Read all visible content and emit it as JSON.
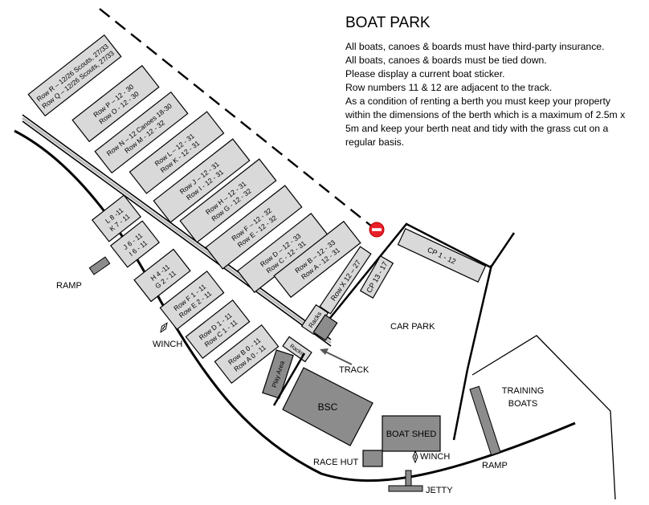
{
  "title": "BOAT PARK",
  "rules": [
    "All boats, canoes & boards must have third-party insurance.",
    "All boats, canoes & boards must be tied down.",
    "Please display a current boat sticker.",
    "Row numbers 11 & 12 are adjacent to the track.",
    "As a condition of renting a berth you must keep your property within the dimensions of the berth which is a maximum of 2.5m x 5m and keep your berth neat and tidy with the grass cut on a regular basis."
  ],
  "berths_upper": [
    {
      "line1": "Row R – 12/26 Scouts, 27/33",
      "line2": "Row Q – 12/26 Scouts, 27/33"
    },
    {
      "line1": "Row P – 12 - 30",
      "line2": "Row O - 12 - 30"
    },
    {
      "line1": "Row N – 12 Canoes 18-30",
      "line2": "Row M - 12 - 32"
    },
    {
      "line1": "Row L – 12 - 31",
      "line2": "Row K - 12 - 31"
    },
    {
      "line1": "Row J – 12 - 31",
      "line2": "Row I - 12 - 31"
    },
    {
      "line1": "Row H – 12 - 31",
      "line2": "Row G - 12 - 32"
    },
    {
      "line1": "Row F – 12 - 32",
      "line2": "Row E - 12 - 32"
    },
    {
      "line1": "Row D – 12 - 33",
      "line2": "Row C - 12 - 31"
    },
    {
      "line1": "Row B – 12 - 33",
      "line2": "Row A - 12 - 31"
    }
  ],
  "berths_lower": [
    {
      "line1": "L  8 -11",
      "line2": "K  7 - 11"
    },
    {
      "line1": "J  6 - 11",
      "line2": "I  6 - 11"
    },
    {
      "line1": "H  4 -11",
      "line2": "G  2 - 11"
    },
    {
      "line1": "Row F  1 - 11",
      "line2": "Row E  2 - 11"
    },
    {
      "line1": "Row D  1 - 11",
      "line2": "Row C  1 - 11"
    },
    {
      "line1": "Row B  0 - 11",
      "line2": "Row A  0 - 11"
    }
  ],
  "row_x": "Row X 12 – 27",
  "cp13": "CP 13 - 17",
  "cp1": "CP 1 - 12",
  "racks_upper": "Racks",
  "racks_lower": "Racks",
  "play_area": "Play Area",
  "bsc": "BSC",
  "boat_shed": "BOAT SHED",
  "labels": {
    "ramp_left": "RAMP",
    "winch_left": "WINCH",
    "track": "TRACK",
    "car_park": "CAR PARK",
    "training_line1": "TRAINING",
    "training_line2": "BOATS",
    "race_hut": "RACE HUT",
    "winch_right": "WINCH",
    "ramp_right": "RAMP",
    "jetty": "JETTY"
  },
  "colors": {
    "berth_fill": "#d9d9d9",
    "building_fill": "#8c8c8c",
    "no_entry_sign": "#e8202a",
    "line": "#000000"
  },
  "icons": [
    "no-entry-icon",
    "winch-icon",
    "track-arrow-icon"
  ]
}
